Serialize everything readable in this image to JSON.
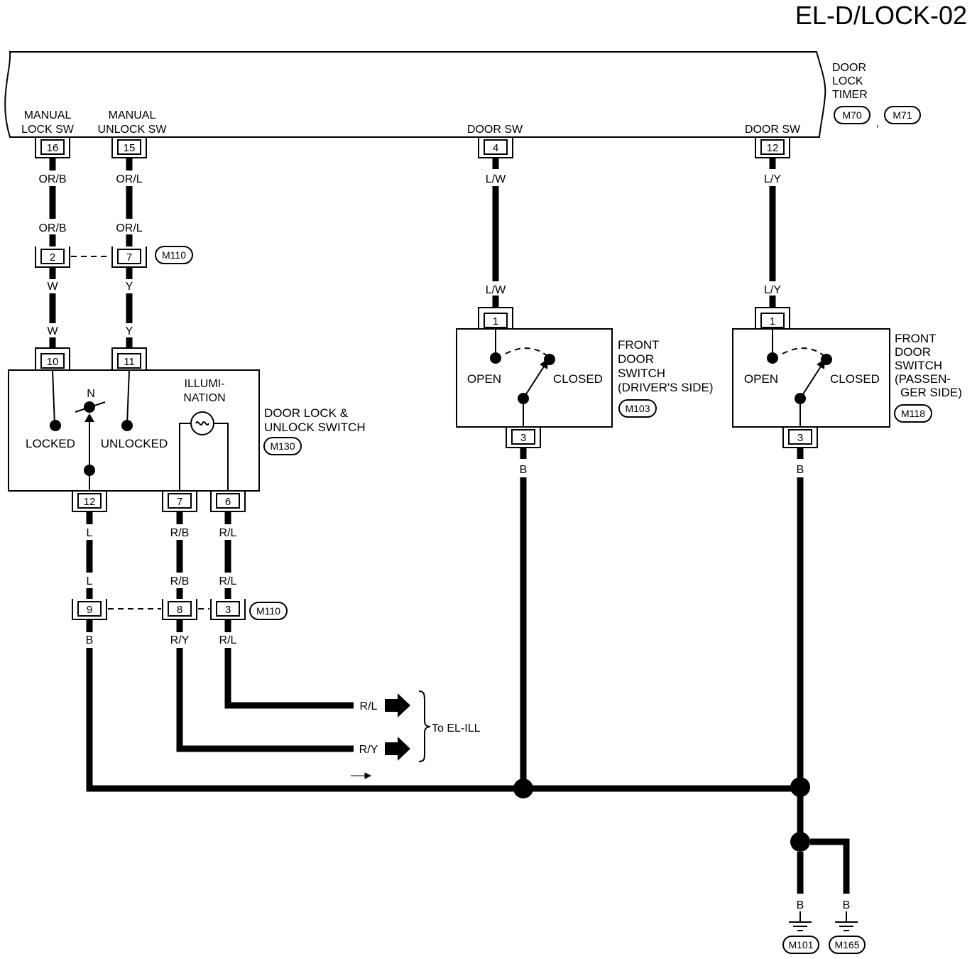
{
  "page_code": "EL-D/LOCK-02",
  "timer": {
    "name_lines": [
      "DOOR",
      "LOCK",
      "TIMER"
    ],
    "connectors": [
      "M70",
      "M71"
    ],
    "connector_sep": ",",
    "terminals": [
      {
        "id": "t16",
        "pin": "16",
        "label_lines": [
          "MANUAL",
          "LOCK SW"
        ]
      },
      {
        "id": "t15",
        "pin": "15",
        "label_lines": [
          "MANUAL",
          "UNLOCK SW"
        ]
      },
      {
        "id": "t4",
        "pin": "4",
        "label_lines": [
          "DOOR SW"
        ]
      },
      {
        "id": "t12",
        "pin": "12",
        "label_lines": [
          "DOOR SW"
        ]
      }
    ]
  },
  "wires": {
    "or_b": "OR/B",
    "or_l": "OR/L",
    "w": "W",
    "y": "Y",
    "l_w": "L/W",
    "l_y": "L/Y",
    "b": "B",
    "l": "L",
    "r_b": "R/B",
    "r_l": "R/L",
    "r_y": "R/Y"
  },
  "joint_connector_upper": {
    "connector": "M110",
    "pins": [
      "2",
      "7"
    ]
  },
  "joint_connector_lower": {
    "connector": "M110",
    "pins": [
      "9",
      "8",
      "3"
    ]
  },
  "door_lock_switch": {
    "name_lines": [
      "DOOR LOCK &",
      "UNLOCK SWITCH"
    ],
    "connector": "M130",
    "top_pins": [
      "10",
      "11"
    ],
    "bottom_pins": [
      "12",
      "7",
      "6"
    ],
    "positions": {
      "neutral": "N",
      "locked": "LOCKED",
      "unlocked": "UNLOCKED"
    },
    "illumination_lines": [
      "ILLUMI-",
      "NATION"
    ]
  },
  "front_door_switch_driver": {
    "name_lines": [
      "FRONT",
      "DOOR",
      "SWITCH",
      "(DRIVER'S SIDE)"
    ],
    "connector": "M103",
    "top_pin": "1",
    "bottom_pin": "3",
    "open": "OPEN",
    "closed": "CLOSED"
  },
  "front_door_switch_passenger": {
    "name_lines": [
      "FRONT",
      "DOOR",
      "SWITCH",
      "(PASSEN-",
      "GER SIDE)"
    ],
    "connector": "M118",
    "top_pin": "1",
    "bottom_pin": "3",
    "open": "OPEN",
    "closed": "CLOSED"
  },
  "destination": {
    "text": "To EL-ILL",
    "wires": [
      "R/L",
      "R/Y"
    ]
  },
  "grounds": [
    {
      "wire": "B",
      "connector": "M101"
    },
    {
      "wire": "B",
      "connector": "M165"
    }
  ]
}
